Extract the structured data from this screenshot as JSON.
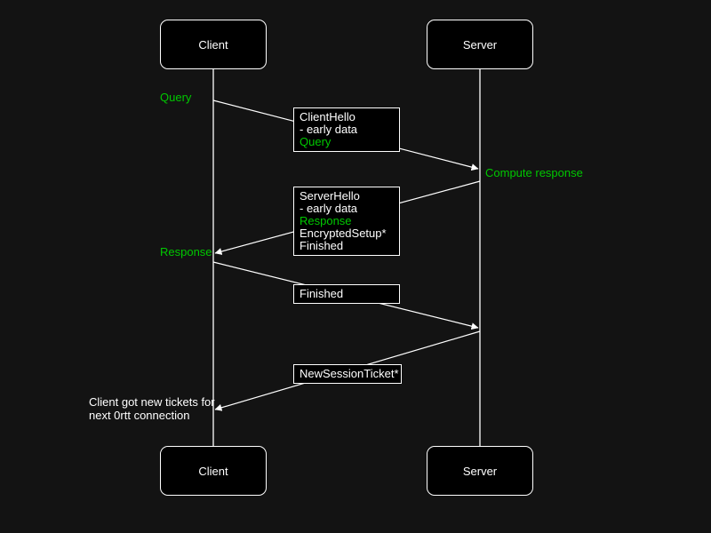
{
  "diagram_type": "sequence-diagram",
  "colors": {
    "background": "#131313",
    "box_fill": "#000000",
    "stroke": "#ffffff",
    "text": "#ffffff",
    "accent_green": "#00c800"
  },
  "actors": {
    "client_top": "Client",
    "server_top": "Server",
    "client_bottom": "Client",
    "server_bottom": "Server"
  },
  "annotations": {
    "query": "Query",
    "compute_response": "Compute response",
    "response": "Response",
    "note": {
      "line1": "Client got new tickets for",
      "line2": "next 0rtt connection"
    }
  },
  "messages": {
    "client_hello": {
      "line1": "ClientHello",
      "line2": "- early data",
      "line3": "Query"
    },
    "server_hello": {
      "line1": "ServerHello",
      "line2": "- early data",
      "line3": "Response",
      "line4": "EncryptedSetup*",
      "line5": "Finished"
    },
    "finished": {
      "line1": "Finished"
    },
    "new_session_ticket": {
      "line1": "NewSessionTicket*"
    }
  }
}
